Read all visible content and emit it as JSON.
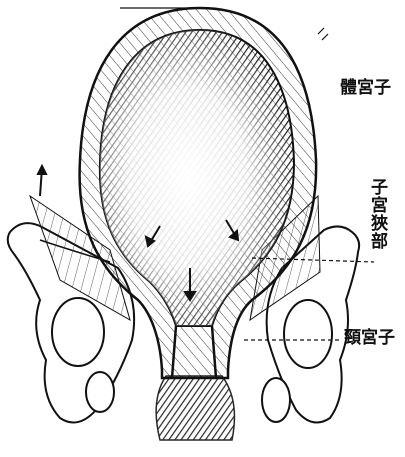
{
  "labels": {
    "uterine_body": "體宮子",
    "lower_segment": "子宮狹部",
    "cervix": "頸宮子"
  },
  "colors": {
    "ink": "#111111",
    "paper": "#ffffff",
    "shade": "#444444"
  }
}
